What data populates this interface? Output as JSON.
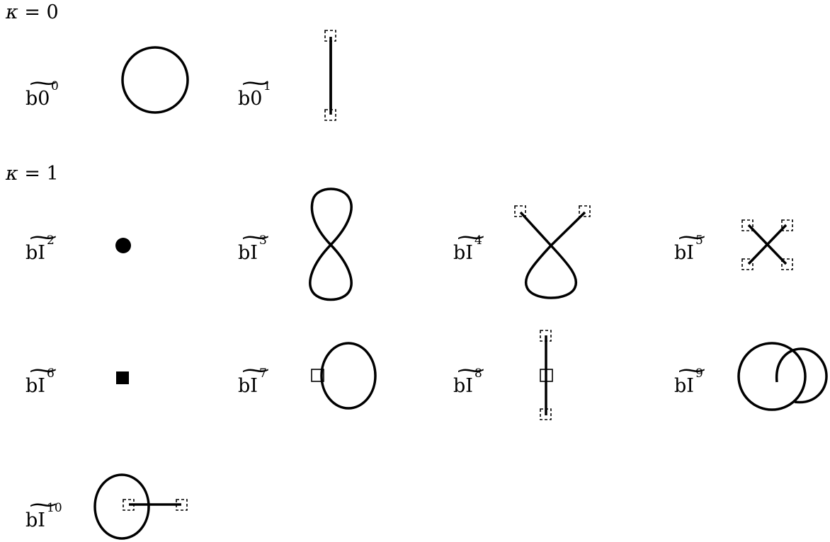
{
  "sections": [
    {
      "kappa_symbol": "κ",
      "kappa_eq": "= 0"
    },
    {
      "kappa_symbol": "κ",
      "kappa_eq": "= 1"
    }
  ],
  "labels": {
    "b0_0": {
      "base": "b0",
      "sup": "0"
    },
    "b0_1": {
      "base": "b0",
      "sup": "1"
    },
    "bI_2": {
      "base": "bI",
      "sup": "2"
    },
    "bI_3": {
      "base": "bI",
      "sup": "3"
    },
    "bI_4": {
      "base": "bI",
      "sup": "4"
    },
    "bI_5": {
      "base": "bI",
      "sup": "5"
    },
    "bI_6": {
      "base": "bI",
      "sup": "6"
    },
    "bI_7": {
      "base": "bI",
      "sup": "7"
    },
    "bI_8": {
      "base": "bI",
      "sup": "8"
    },
    "bI_9": {
      "base": "bI",
      "sup": "9"
    },
    "bI_10": {
      "base": "bI",
      "sup": "10"
    }
  },
  "tilde_glyph": "~"
}
